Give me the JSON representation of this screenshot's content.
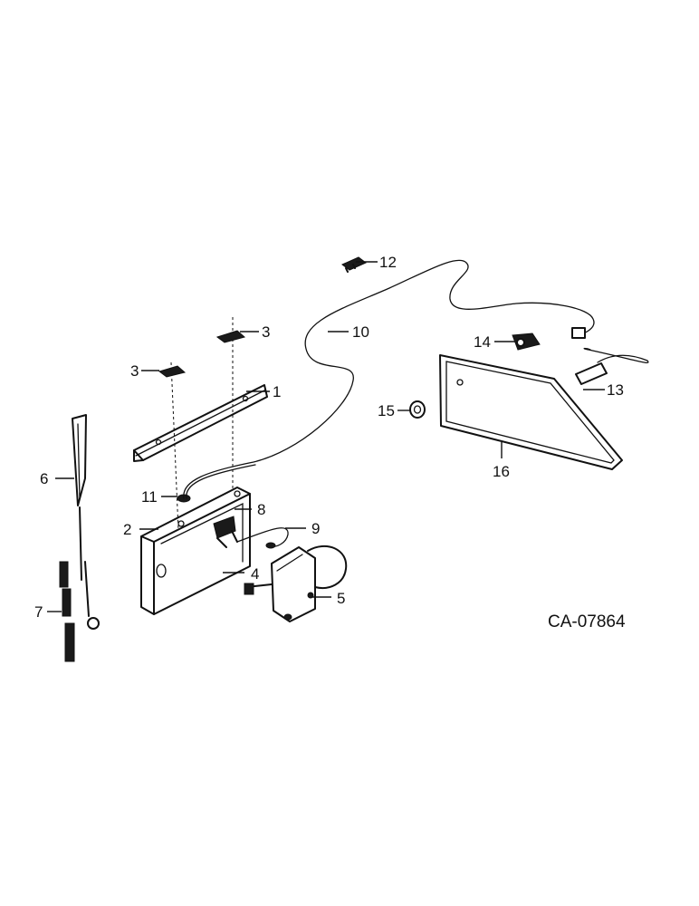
{
  "drawing_code": "CA-07864",
  "callouts": [
    "1",
    "2",
    "3",
    "4",
    "5",
    "6",
    "7",
    "8",
    "9",
    "10",
    "11",
    "12",
    "13",
    "14",
    "15",
    "16"
  ]
}
